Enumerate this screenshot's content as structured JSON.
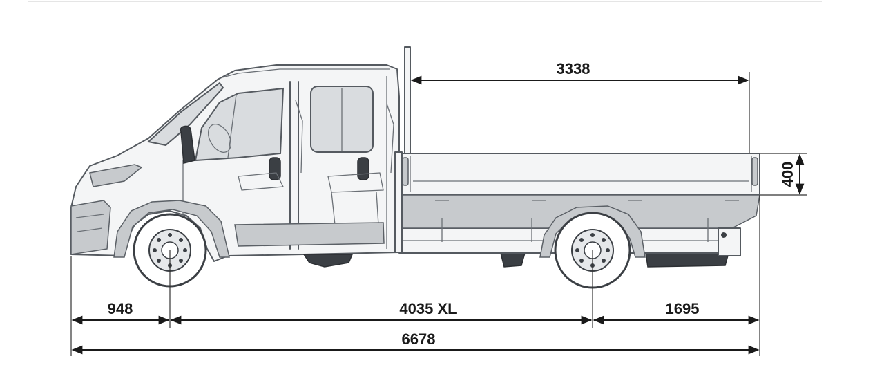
{
  "diagram": {
    "dimensions": {
      "rear_overhang_platform": "3338",
      "side_height": "400",
      "front_overhang": "948",
      "wheelbase": "4035 XL",
      "rear_overhang": "1695",
      "overall_length": "6678"
    },
    "colors": {
      "line": "#555a60",
      "glass": "#d9dcdf",
      "panel": "#c7cacd",
      "dimension": "#1a1a1a"
    }
  }
}
